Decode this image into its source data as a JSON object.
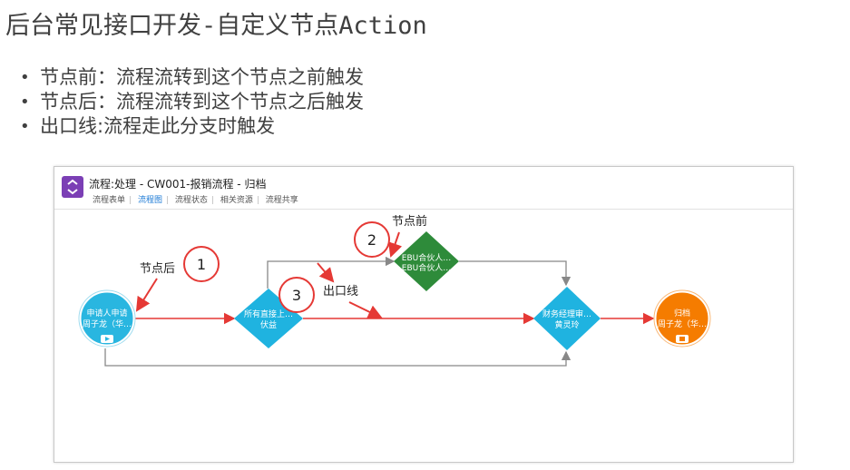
{
  "slide": {
    "title": "后台常见接口开发-自定义节点Action",
    "bullets": [
      "节点前：流程流转到这个节点之前触发",
      "节点后：流程流转到这个节点之后触发",
      "出口线:流程走此分支时触发"
    ]
  },
  "window": {
    "title": "流程:处理 - CW001-报销流程 - 归档",
    "tabs": [
      "流程表单",
      "流程图",
      "流程状态",
      "相关资源",
      "流程共享"
    ],
    "active_tab": "流程图"
  },
  "flow": {
    "nodes": [
      {
        "line1": "申请人申请",
        "line2": "周子龙（华…",
        "shape": "circle",
        "color": "#29b6e0"
      },
      {
        "line1": "所有直接上…",
        "line2": "伏益",
        "shape": "diamond",
        "color": "#1fb3e0"
      },
      {
        "line1": "EBU合伙人…",
        "line2": "EBU合伙人…",
        "shape": "diamond",
        "color": "#2e8b3a"
      },
      {
        "line1": "财务经理审…",
        "line2": "黄灵玲",
        "shape": "diamond",
        "color": "#1fb3e0"
      },
      {
        "line1": "归档",
        "line2": "周子龙（华…",
        "shape": "circle",
        "color": "#f57c00"
      }
    ],
    "annotations": {
      "after_node": "节点后",
      "before_node": "节点前",
      "exit_line": "出口线"
    },
    "circle_numbers": [
      "1",
      "2",
      "3"
    ],
    "highlight_color": "#e53935"
  }
}
